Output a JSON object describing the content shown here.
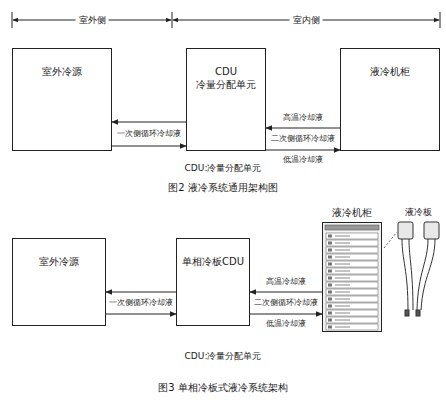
{
  "diagram": {
    "nodes": [
      {
        "text": [
          "室外冷源"
        ]
      },
      {
        "text": [
          "CDU",
          "冷量分配单元"
        ]
      },
      {
        "text": [
          "液冷机柜"
        ]
      },
      {
        "text": [
          "室外冷源"
        ]
      },
      {
        "text": [
          "单相冷板CDU"
        ]
      },
      {
        "text": [
          "液冷机柜"
        ]
      }
    ],
    "edges": [
      {
        "from": 1,
        "to": 0,
        "arrow": "to",
        "label": "一次侧循环冷却液"
      },
      {
        "from": 0,
        "to": 1,
        "arrow": "to"
      },
      {
        "from": 2,
        "to": 1,
        "arrow": "to",
        "label": "高温冷却液"
      },
      {
        "from": 1,
        "to": 2,
        "arrow": "to",
        "label": "低温冷却液"
      },
      {
        "from": 4,
        "to": 3,
        "arrow": "to",
        "label": "一次侧循环冷却液"
      },
      {
        "from": 3,
        "to": 4,
        "arrow": "to"
      },
      {
        "from": 5,
        "to": 4,
        "arrow": "to",
        "label": "高温冷却液"
      },
      {
        "from": 4,
        "to": 5,
        "arrow": "to",
        "label": "低温冷却液"
      }
    ],
    "labels": [
      "室外侧",
      "室内侧",
      "二次侧循环冷却液",
      "CDU:冷量分配单元",
      "图2  液冷系统通用架构图",
      "二次侧循环冷却液",
      "液冷板",
      "CDU:冷量分配单元",
      "图3  单相冷板式液冷系统架构"
    ]
  }
}
